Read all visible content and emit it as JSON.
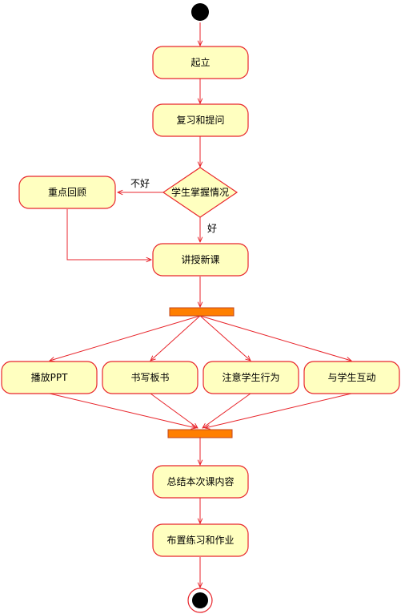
{
  "colors": {
    "line": "#e8262c",
    "node_fill": "#ffffc0",
    "bar_fill": "#ff7f00",
    "bar_stroke": "#c0461c",
    "dot_fill": "#000000"
  },
  "nodes": {
    "stand_up": "起立",
    "review_question": "复习和提问",
    "mastery_decision": "学生掌握情况",
    "key_review": "重点回顾",
    "teach_new": "讲授新课",
    "play_ppt": "播放PPT",
    "write_board": "书写板书",
    "watch_behavior": "注意学生行为",
    "interact": "与学生互动",
    "summarize": "总结本次课内容",
    "assign_homework": "布置练习和作业"
  },
  "edges": {
    "not_good": "不好",
    "good": "好"
  }
}
